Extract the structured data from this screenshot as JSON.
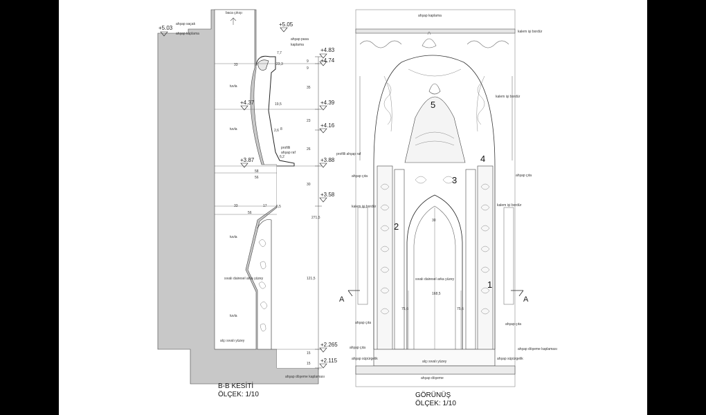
{
  "section_title": "B-B KESİTİ",
  "section_scale": "ÖLÇEK: 1/10",
  "elevation_title": "GÖRÜNÜŞ",
  "elevation_scale": "ÖLÇEK: 1/10",
  "levels": [
    "+5.03",
    "+5.05",
    "+4.83",
    "+4.74",
    "+4.39",
    "+4.37",
    "+4.16",
    "+3.88",
    "+3.87",
    "+3.58",
    "+2.265",
    "+2.115"
  ],
  "section_labels": {
    "baca_cikisi": "baca çıkışı",
    "ahsap_sacak": "ahşap saçak",
    "ahsap_kaplama": "ahşap kaplama",
    "ahsap_pasa": "ahşap pasa",
    "ahsap_kaplama2": "kaplama",
    "tuvla1": "tuvla",
    "tuvla2": "tuvla",
    "tuvla3": "tuvla",
    "tuvla4": "tuvla",
    "profil_raf1": "profilli",
    "profil_raf2": "ahşap raf",
    "sivali_daire": "sıvalı dairesel arka yüzey",
    "alci_yuzey": "alçı sıvalı yüzey",
    "doseme": "ahşap döşeme kaplaması"
  },
  "section_dims": [
    "33",
    "23,3",
    "7,7",
    "9",
    "9",
    "35",
    "19,5",
    "23",
    "2,6",
    "8",
    "26",
    "6,2",
    "58",
    "56",
    "33",
    "17",
    "56",
    "5,5",
    "30",
    "271,5",
    "121,5",
    "15",
    "15"
  ],
  "elevation_labels": {
    "kaplama_top": "ahşap kaplama",
    "kalem_bordur_top": "kalem işi bordür",
    "kalem_bordur_r": "kalem işi bordür",
    "kalem_bordur_l": "kalem işi bordür",
    "kalem_bordur_r2": "kalem işi bordür",
    "profil_raf": "profilli ahşap raf",
    "ahsap_cita_r": "ahşap çıta",
    "ahsap_cita_l": "ahşap çıta",
    "ahsap_cita_l2": "ahşap çıta",
    "ahsap_cita_r2": "ahşap çıta",
    "ahsap_cita_l3": "ahşap çıta",
    "supurgelik_l": "ahşap süpürgelik",
    "supurgelik_r": "ahşap süpürgelik",
    "doseme_r": "ahşap döşeme kaplaması",
    "alci_yuzey": "alçı sıvalı yüzey",
    "sivali_daire": "sıvalı dairesel arka yüzey",
    "doseme_b": "ahşap döşeme",
    "d_30": "30",
    "d_168": "168,5",
    "d_75a": "75,6",
    "d_75b": "75,6"
  },
  "section_markers": [
    "A",
    "A"
  ],
  "zone_numbers": [
    "1",
    "2",
    "3",
    "4",
    "5"
  ]
}
